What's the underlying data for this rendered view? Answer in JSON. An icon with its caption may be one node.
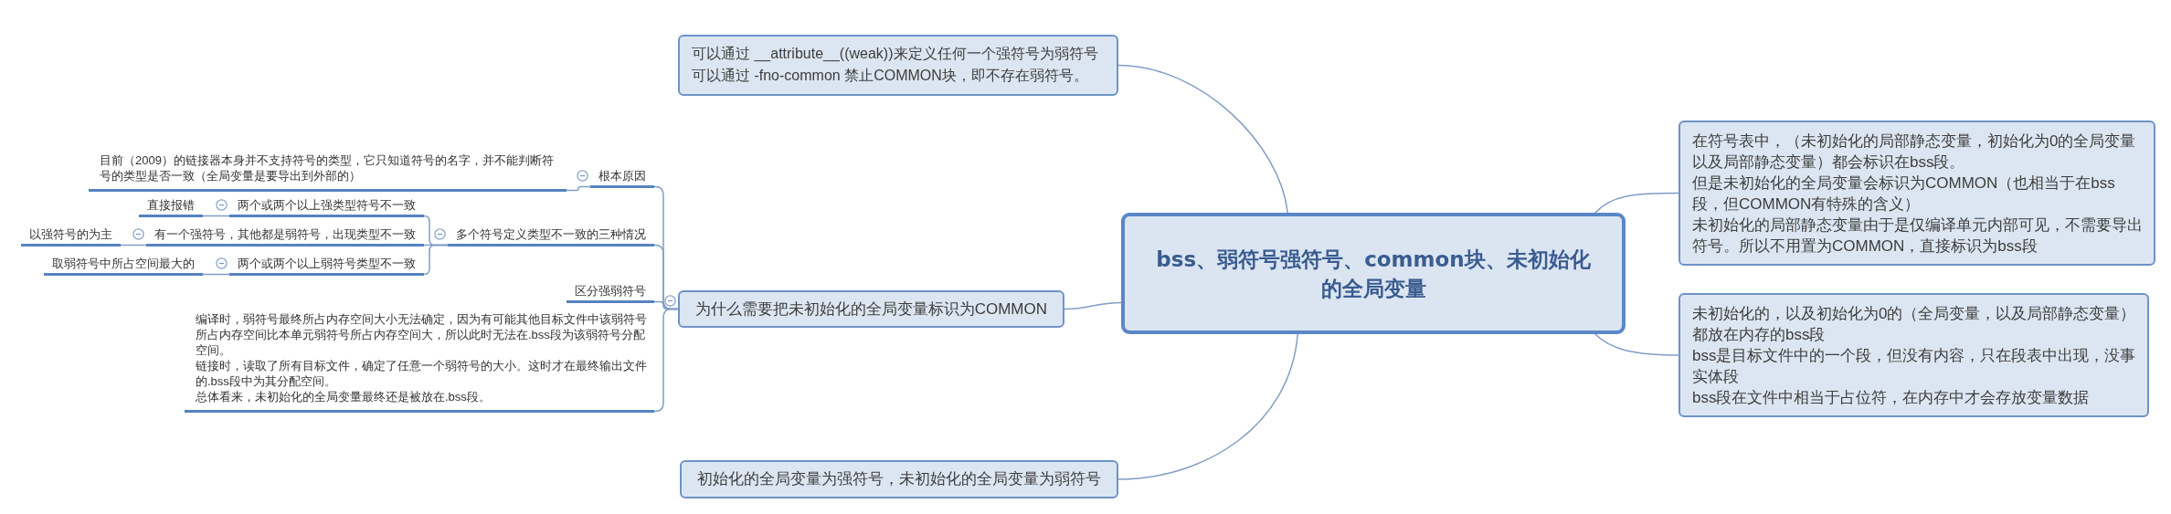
{
  "diagram": {
    "nodes": [
      {
        "text": [
          "bss、弱符号强符号、common块、未初始化的全局变量"
        ]
      },
      {
        "text": [
          "可以通过 __attribute__((weak))来定义任何一个强符号为弱符号",
          "可以通过 -fno-common 禁止COMMON块，即不存在弱符号。"
        ]
      },
      {
        "text": [
          "为什么需要把未初始化的全局变量标识为COMMON"
        ]
      },
      {
        "text": [
          "根本原因"
        ]
      },
      {
        "text": [
          "目前（2009）的链接器本身并不支持符号的类型，它只知道符号的名字，并不能判断符号的类型是否一致（全局变量是要导出到外部的）"
        ]
      },
      {
        "text": [
          "多个符号定义类型不一致的三种情况"
        ]
      },
      {
        "text": [
          "两个或两个以上强类型符号不一致"
        ]
      },
      {
        "text": [
          "直接报错"
        ]
      },
      {
        "text": [
          "有一个强符号，其他都是弱符号，出现类型不一致"
        ]
      },
      {
        "text": [
          "以强符号的为主"
        ]
      },
      {
        "text": [
          "两个或两个以上弱符号类型不一致"
        ]
      },
      {
        "text": [
          "取弱符号中所占空间最大的"
        ]
      },
      {
        "text": [
          "区分强弱符号"
        ]
      },
      {
        "text": [
          "编译时，弱符号最终所占内存空间大小无法确定，因为有可能其他目标文件中该弱符号所占内存空间比本单元弱符号所占内存空间大，所以此时无法在.bss段为该弱符号分配空间。",
          "链接时，读取了所有目标文件，确定了任意一个弱符号的大小。这时才在最终输出文件的.bss段中为其分配空间。",
          "总体看来，未初始化的全局变量最终还是被放在.bss段。"
        ]
      },
      {
        "text": [
          "初始化的全局变量为强符号，未初始化的全局变量为弱符号"
        ]
      },
      {
        "text": [
          "在符号表中，（未初始化的局部静态变量，初始化为0的全局变量以及局部静态变量）都会标识在bss段。",
          "但是未初始化的全局变量会标识为COMMON（也相当于在bss段，但COMMON有特殊的含义）",
          "未初始化的局部静态变量由于是仅编译单元内部可见，不需要导出符号。所以不用置为COMMON，直接标识为bss段"
        ]
      },
      {
        "text": [
          "未初始化的，以及初始化为0的（全局变量，以及局部静态变量）都放在内存的bss段",
          "bss是目标文件中的一个段，但没有内容，只在段表中出现，没事实体段",
          "bss段在文件中相当于占位符，在内存中才会存放变量数据"
        ]
      }
    ],
    "edges": [
      {
        "from": 0,
        "to": 1,
        "arrow": "none"
      },
      {
        "from": 0,
        "to": 2,
        "arrow": "none"
      },
      {
        "from": 2,
        "to": 3,
        "arrow": "none"
      },
      {
        "from": 3,
        "to": 4,
        "arrow": "none"
      },
      {
        "from": 2,
        "to": 5,
        "arrow": "none"
      },
      {
        "from": 5,
        "to": 6,
        "arrow": "none"
      },
      {
        "from": 6,
        "to": 7,
        "arrow": "none"
      },
      {
        "from": 5,
        "to": 8,
        "arrow": "none"
      },
      {
        "from": 8,
        "to": 9,
        "arrow": "none"
      },
      {
        "from": 5,
        "to": 10,
        "arrow": "none"
      },
      {
        "from": 10,
        "to": 11,
        "arrow": "none"
      },
      {
        "from": 2,
        "to": 12,
        "arrow": "none"
      },
      {
        "from": 2,
        "to": 13,
        "arrow": "none"
      },
      {
        "from": 0,
        "to": 14,
        "arrow": "none"
      },
      {
        "from": 0,
        "to": 15,
        "arrow": "none"
      },
      {
        "from": 0,
        "to": 16,
        "arrow": "none"
      }
    ]
  }
}
